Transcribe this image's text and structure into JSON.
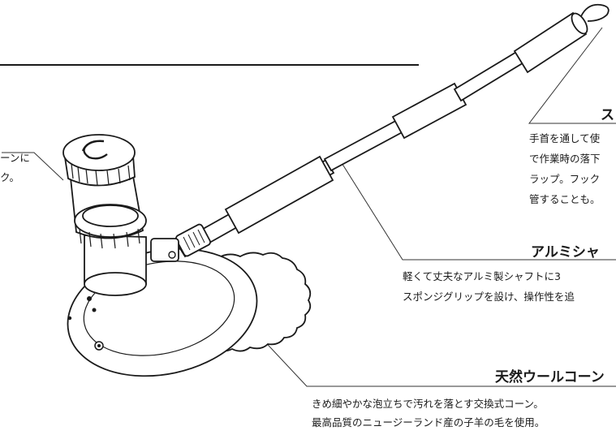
{
  "section_title": "J",
  "callouts": {
    "left": {
      "lines": [
        "ーンに",
        "ク。"
      ]
    },
    "strap": {
      "heading": "ス",
      "lines": [
        "手首を通して使",
        "で作業時の落下",
        "ラップ。フック",
        "管することも。"
      ]
    },
    "shaft": {
      "heading": "アルミシャ",
      "lines": [
        "軽くて丈夫なアルミ製シャフトに3",
        "スポンジグリップを設け、操作性を追"
      ]
    },
    "wool": {
      "heading": "天然ウールコーン",
      "lines": [
        "きめ細やかな泡立ちで汚れを落とす交換式コーン。",
        "最高品質のニュージーランド産の子羊の毛を使用。"
      ]
    }
  },
  "colors": {
    "ink": "#1a1a1a",
    "background": "#ffffff"
  }
}
